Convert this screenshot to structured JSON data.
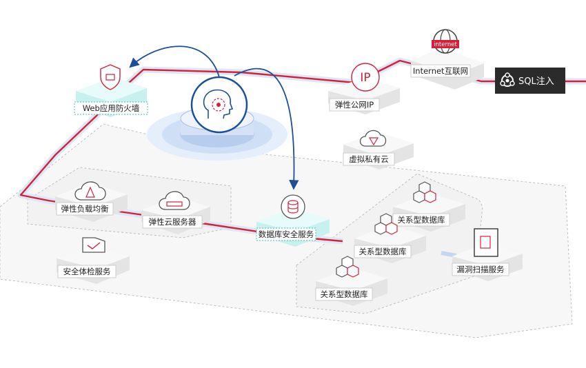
{
  "nodes": {
    "internet": "Internet互联网",
    "internet_globe_text": "internet",
    "eip": "弹性公网IP",
    "eip_icon_text": "IP",
    "vpc": "虚拟私有云",
    "waf": "Web应用防火墙",
    "elb": "弹性负载均衡",
    "ecs": "弹性云服务器",
    "dbss": "数据库安全服务",
    "rds1": "关系型数据库",
    "rds2": "关系型数据库",
    "rds3": "关系型数据库",
    "vss": "漏洞扫描服务",
    "hss": "安全体检服务"
  },
  "threat": {
    "label": "SQL注入"
  },
  "colors": {
    "attack_path": "#d6203a",
    "arrow": "#1b4f9c",
    "platform_teal": "#c8f0ef",
    "platform_grey": "#f1f1f1",
    "halo": "#cfe0f6"
  }
}
